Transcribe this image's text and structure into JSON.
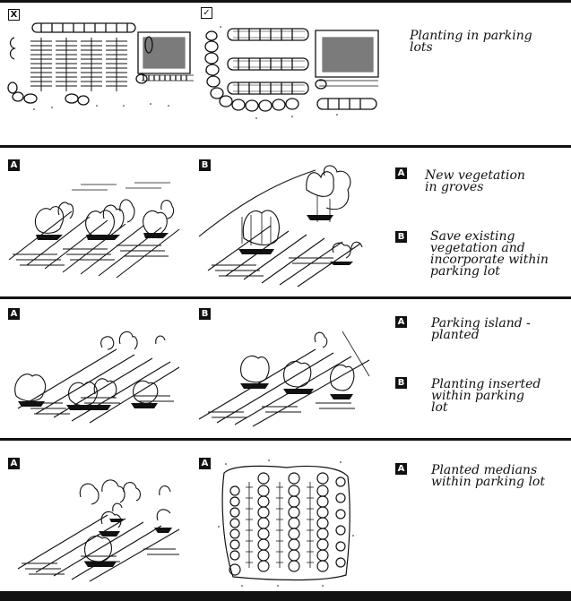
{
  "rows": [
    {
      "id": "row1",
      "left_marker": "X",
      "right_marker": "✓",
      "caption": [
        "Planting in parking",
        "lots"
      ]
    },
    {
      "id": "row2",
      "left_marker": "A",
      "right_marker": "B",
      "legend": [
        {
          "marker": "A",
          "text": [
            "New vegetation",
            "in groves"
          ]
        },
        {
          "marker": "B",
          "text": [
            "Save existing",
            "vegetation and",
            "incorporate within",
            "parking lot"
          ]
        }
      ]
    },
    {
      "id": "row3",
      "left_marker": "A",
      "right_marker": "B",
      "legend": [
        {
          "marker": "A",
          "text": [
            "Parking island -",
            "planted"
          ]
        },
        {
          "marker": "B",
          "text": [
            "Planting inserted",
            "within parking",
            "lot"
          ]
        }
      ]
    },
    {
      "id": "row4",
      "left_marker": "A",
      "right_marker": "A",
      "legend": [
        {
          "marker": "A",
          "text": [
            "Planted medians",
            "within parking lot"
          ]
        }
      ]
    }
  ],
  "colors": {
    "ink": "#111111",
    "paper": "#ffffff"
  }
}
